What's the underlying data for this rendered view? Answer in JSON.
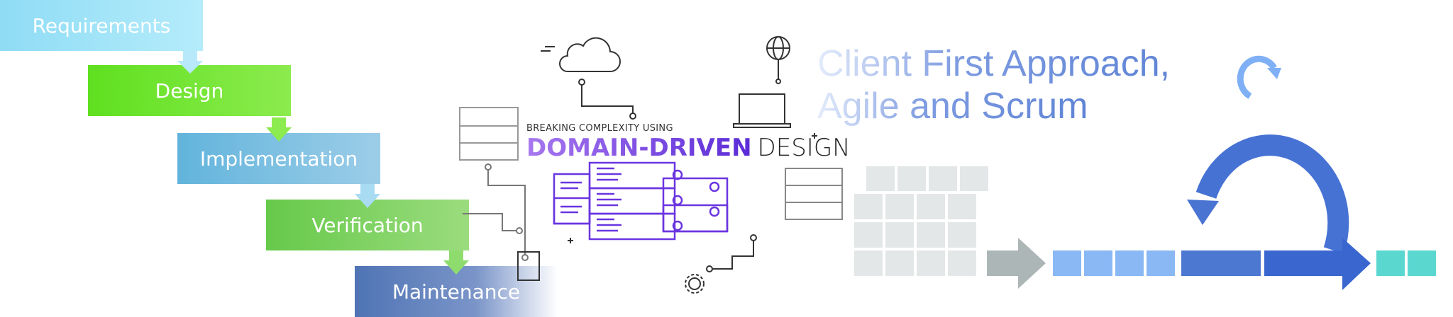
{
  "waterfall": {
    "steps": [
      "Requirements",
      "Design",
      "Implementation",
      "Verification",
      "Maintenance"
    ]
  },
  "ddd": {
    "subtitle": "BREAKING COMPLEXITY USING",
    "title_strong": "DOMAIN-DRIVEN",
    "title_light": "DESIGN",
    "icons": [
      "cloud-icon",
      "globe-icon",
      "laptop-icon",
      "server-icon",
      "tablet-icon",
      "monitor-icon",
      "gear-icon",
      "plus-icon"
    ]
  },
  "agile": {
    "line1": "Client First Approach,",
    "line2": "Agile and Scrum"
  },
  "colors": {
    "purple": "#6a35e0",
    "scrum_blue": "#3f6fd0",
    "light_blue": "#8ab8f5",
    "teal": "#5ad8d0",
    "gray": "#e6e8e8"
  }
}
